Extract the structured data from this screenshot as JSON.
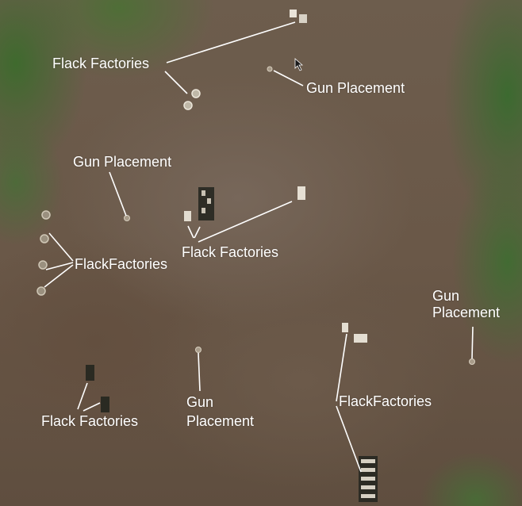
{
  "labels": [
    {
      "text": "Flack Factories"
    },
    {
      "text": "Gun Placement"
    },
    {
      "text": "Gun Placement"
    },
    {
      "text": "Flack Factories"
    },
    {
      "text": "FlackFactories"
    },
    {
      "text": "Gun",
      "text2": "Placement"
    },
    {
      "text": "Flack Factories"
    },
    {
      "text": "Gun",
      "text2": "Placement"
    },
    {
      "text": "FlackFactories"
    }
  ],
  "colors": {
    "label_text": "#ffffff",
    "leader_line": "#ffffff"
  }
}
